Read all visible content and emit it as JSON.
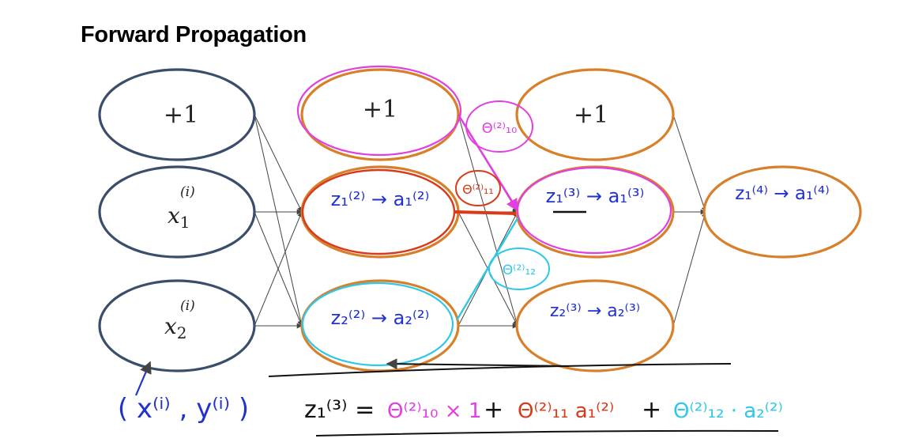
{
  "title": "Forward Propagation",
  "colors": {
    "input_border": "#3a4d6b",
    "hidden_border": "#d87f2a",
    "edge": "#444444",
    "ink_blue": "#2233cc",
    "ink_magenta": "#e040e0",
    "ink_red": "#d83a1a",
    "ink_cyan": "#30c8e8",
    "ink_black": "#111111"
  },
  "layers": {
    "input": {
      "bias": "+1",
      "x1": "x",
      "x1_sub": "1",
      "x1_sup": "(i)",
      "x2": "x",
      "x2_sub": "2",
      "x2_sup": "(i)"
    },
    "hidden2": {
      "bias": "+1",
      "unit1": "z₁⁽²⁾ → a₁⁽²⁾",
      "unit2": "z₂⁽²⁾ → a₂⁽²⁾"
    },
    "hidden3": {
      "bias": "+1",
      "unit1": "z₁⁽³⁾ → a₁⁽³⁾",
      "unit2": "z₂⁽³⁾ → a₂⁽³⁾"
    },
    "output": {
      "unit1": "z₁⁽⁴⁾ → a₁⁽⁴⁾"
    }
  },
  "annotations": {
    "weight_10": "Θ⁽²⁾₁₀",
    "weight_11": "Θ⁽²⁾₁₁",
    "weight_12": "Θ⁽²⁾₁₂",
    "training_example": "( x⁽ⁱ⁾ , y⁽ⁱ⁾ )"
  },
  "equation": {
    "lhs": "z₁⁽³⁾ =",
    "term1": "Θ⁽²⁾₁₀ × 1",
    "plus": "+",
    "term2": "Θ⁽²⁾₁₁ a₁⁽²⁾",
    "term3": "Θ⁽²⁾₁₂ · a₂⁽²⁾"
  }
}
